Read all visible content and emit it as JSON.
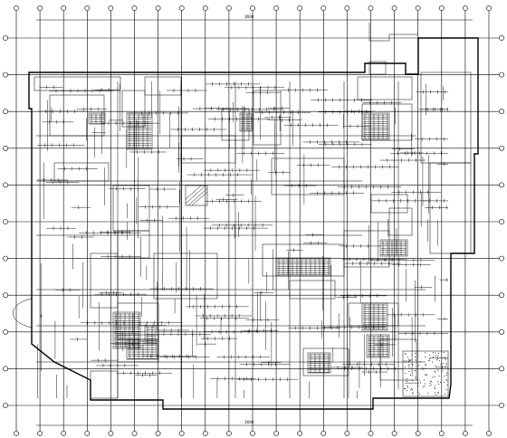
{
  "drawing": {
    "background": "#ffffff",
    "ink": "#000000",
    "dimension_labels": [
      "3600"
    ]
  },
  "grid": {
    "vertical_count": 21,
    "horizontal_count": 11
  }
}
